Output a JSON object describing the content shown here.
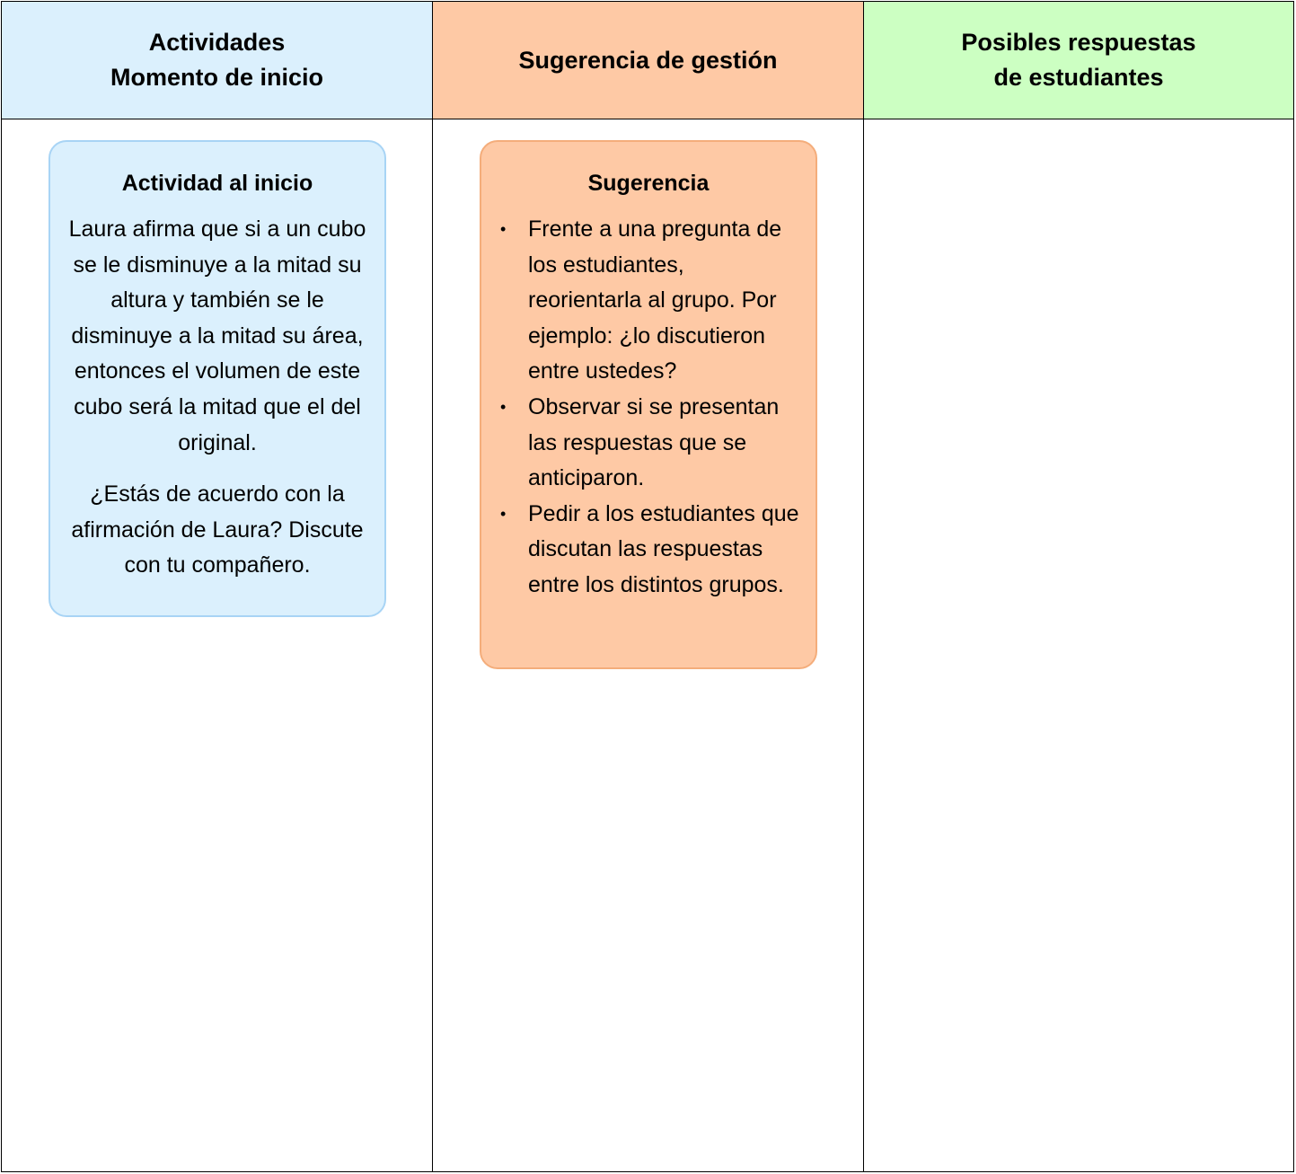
{
  "columns": [
    {
      "header_lines": [
        "Actividades",
        "Momento de inicio"
      ],
      "color": "#dbf0fd"
    },
    {
      "header_lines": [
        "Sugerencia de gestión"
      ],
      "color": "#fec9a5"
    },
    {
      "header_lines": [
        "Posibles respuestas",
        "de estudiantes"
      ],
      "color": "#ccffc2"
    }
  ],
  "activity_card": {
    "title": "Actividad al inicio",
    "paragraphs": [
      "Laura afirma que si a un cubo se le disminuye a la mitad su altura y también se le disminuye a la mitad su área, entonces el volumen de este cubo será la mitad que el del original.",
      "¿Estás de acuerdo con la afirmación de Laura? Discute con tu compañero."
    ],
    "border_color": "#a8d4f5"
  },
  "suggestion_card": {
    "title": "Sugerencia",
    "bullet_symbol": "•",
    "items": [
      "Frente a  una pregunta de los estudiantes, reorientarla al grupo. Por ejemplo: ¿lo discutieron entre ustedes?",
      "Observar si se presentan las respuestas que se anticiparon.",
      "Pedir a los estudiantes que discutan las respuestas entre los distintos grupos."
    ],
    "border_color": "#f4ad7b"
  }
}
